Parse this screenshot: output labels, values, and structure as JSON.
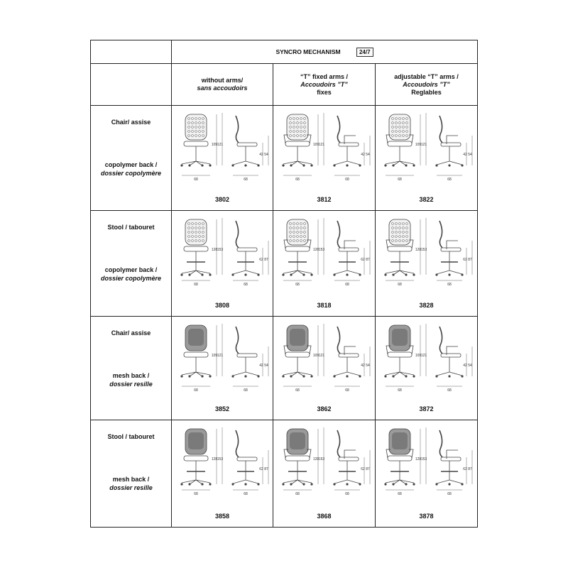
{
  "header": {
    "title": "SYNCRO  MECHANISM",
    "badge": "24/7"
  },
  "columns": [
    {
      "line1": "without arms/",
      "line2": "sans accoudoirs",
      "line3": ""
    },
    {
      "line1": "“T” fixed arms /",
      "line2": "Accoudoirs ”T”",
      "line3": "fixes"
    },
    {
      "line1": "adjustable “T”  arms /",
      "line2": "Accoudoirs ”T”",
      "line3": "Reglables"
    }
  ],
  "rows": [
    {
      "l1": "Chair/ assise",
      "l2": "copolymer back /",
      "l3": "dossier copolymère",
      "type": "chair",
      "back": "copolymer",
      "codes": [
        "3802",
        "3812",
        "3822"
      ],
      "dims": {
        "width": "68",
        "h1": "109",
        "h2": "121",
        "s1": "42",
        "s2": "54"
      }
    },
    {
      "l1": "Stool / tabouret",
      "l2": "copolymer back /",
      "l3": "dossier copolymère",
      "type": "stool",
      "back": "copolymer",
      "codes": [
        "3808",
        "3818",
        "3828"
      ],
      "dims": {
        "width": "68",
        "h1": "128",
        "h2": "153",
        "s1": "62",
        "s2": "87"
      }
    },
    {
      "l1": "Chair/ assise",
      "l2": "mesh back /",
      "l3": "dossier resille",
      "type": "chair",
      "back": "mesh",
      "codes": [
        "3852",
        "3862",
        "3872"
      ],
      "dims": {
        "width": "68",
        "h1": "109",
        "h2": "121",
        "s1": "42",
        "s2": "54"
      }
    },
    {
      "l1": "Stool / tabouret",
      "l2": "mesh back /",
      "l3": "dossier resille",
      "type": "stool",
      "back": "mesh",
      "codes": [
        "3858",
        "3868",
        "3878"
      ],
      "dims": {
        "width": "68",
        "h1": "128",
        "h2": "153",
        "s1": "62",
        "s2": "87"
      }
    }
  ]
}
